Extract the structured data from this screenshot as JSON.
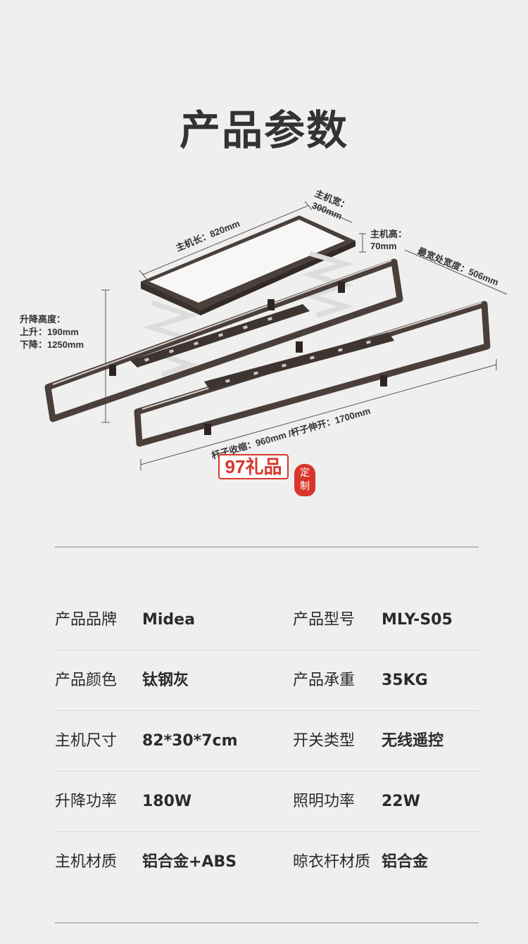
{
  "title": "产品参数",
  "dimensions": {
    "length": "主机长：820mm",
    "width_label": "主机宽：",
    "width_value": "300mm",
    "height_label": "主机高：",
    "height_value": "70mm",
    "max_width": "最宽处宽度：506mm",
    "lift_title": "升降高度：",
    "lift_up": "上升：190mm",
    "lift_down": "下降：1250mm",
    "rod": "杆子收缩：960mm /杆子伸开：1700mm"
  },
  "watermark": {
    "text": "97礼品",
    "seal_line1": "定",
    "seal_line2": "制"
  },
  "specs": [
    {
      "label1": "产品品牌",
      "value1": "Midea",
      "label2": "产品型号",
      "value2": "MLY-S05"
    },
    {
      "label1": "产品颜色",
      "value1": "钛钢灰",
      "label2": "产品承重",
      "value2": "35KG"
    },
    {
      "label1": "主机尺寸",
      "value1": "82*30*7cm",
      "label2": "开关类型",
      "value2": "无线遥控"
    },
    {
      "label1": "升降功率",
      "value1": "180W",
      "label2": "照明功率",
      "value2": "22W"
    },
    {
      "label1": "主机材质",
      "value1": "铝合金+ABS",
      "label2": "晾衣杆材质",
      "value2": "铝合金"
    }
  ],
  "colors": {
    "frame": "#4a3f3a",
    "accent": "#d9362b",
    "background": "#efefef"
  }
}
